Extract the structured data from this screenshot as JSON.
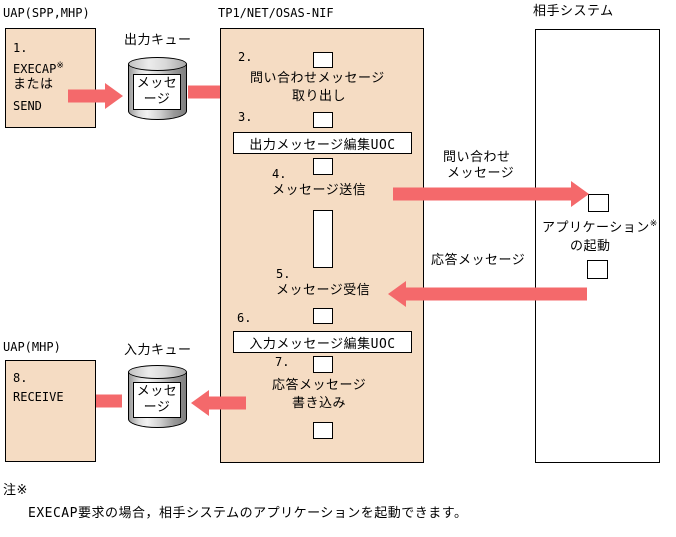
{
  "colors": {
    "peach": "#F5DCC3",
    "arrow": "#F4696B"
  },
  "uap_spp": {
    "title": "UAP(SPP,MHP)",
    "step_num": "1.",
    "cmd1": "EXECAP",
    "cmd1_note": "※",
    "cmd2": "または",
    "cmd3": "SEND"
  },
  "output_queue": {
    "label": "出力キュー",
    "content1": "メッセ",
    "content2": "ージ"
  },
  "tp1": {
    "title": "TP1/NET/OSAS-NIF",
    "step2_num": "2.",
    "step2_text1": "問い合わせメッセージ",
    "step2_text2": "取り出し",
    "step3_num": "3.",
    "step3_uoc": "出力メッセージ編集UOC",
    "step4_num": "4.",
    "step4_text": "メッセージ送信",
    "step5_num": "5.",
    "step5_text": "メッセージ受信",
    "step6_num": "6.",
    "step6_uoc": "入力メッセージ編集UOC",
    "step7_num": "7.",
    "step7_text1": "応答メッセージ",
    "step7_text2": "書き込み"
  },
  "partner": {
    "title": "相手システム",
    "app_label": "アプリケーション",
    "app_note": "※",
    "app_label2": "の起動"
  },
  "flows": {
    "query_label1": "問い合わせ",
    "query_label2": "メッセージ",
    "response_label": "応答メッセージ"
  },
  "input_queue": {
    "label": "入力キュー",
    "content1": "メッセ",
    "content2": "ージ"
  },
  "uap_mhp": {
    "title": "UAP(MHP)",
    "step_num": "8.",
    "cmd": "RECEIVE"
  },
  "note": {
    "mark": "注※",
    "text": "EXECAP要求の場合，相手システムのアプリケーションを起動できます。"
  }
}
